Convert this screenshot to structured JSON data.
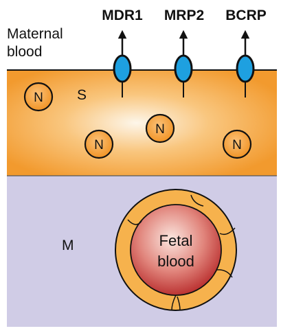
{
  "regions": {
    "maternal_blood_line1": "Maternal",
    "maternal_blood_line2": "blood",
    "syncytio_label": "S",
    "mesenchyme_label": "M"
  },
  "transporters": [
    {
      "name": "MDR1"
    },
    {
      "name": "MRP2"
    },
    {
      "name": "BCRP"
    }
  ],
  "nuclei": [
    {
      "label": "N"
    },
    {
      "label": "N"
    },
    {
      "label": "N"
    },
    {
      "label": "N"
    }
  ],
  "fetal_vessel": {
    "line1": "Fetal",
    "line2": "blood"
  },
  "colors": {
    "syncytium": "#f5a742",
    "mesenchyme": "#d0cce6",
    "transporter": "#1ea0e0",
    "nucleus": "#f39a2d",
    "fetal_blood": "#c33a3a",
    "endothelium": "#f6b24d"
  }
}
